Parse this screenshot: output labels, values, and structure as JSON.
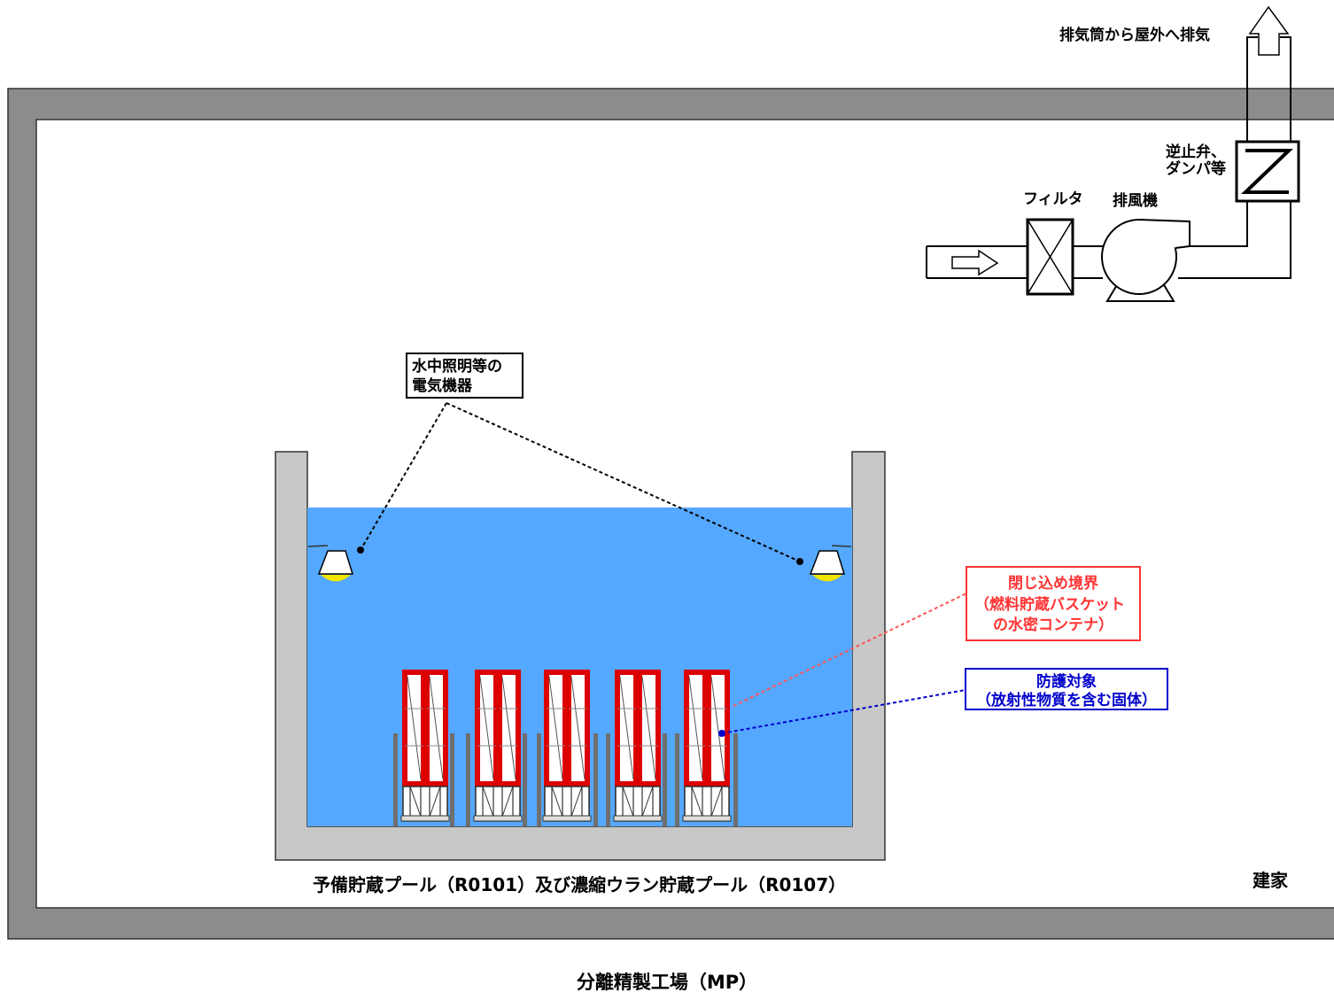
{
  "labels": {
    "exhaust": "排気筒から屋外へ排気",
    "check_valve_line1": "逆止弁、",
    "check_valve_line2": "ダンパ等",
    "filter": "フィルタ",
    "fan": "排風機",
    "underwater_line1": "水中照明等の",
    "underwater_line2": "電気機器",
    "boundary_line1": "閉じ込め境界",
    "boundary_line2": "（燃料貯蔵バスケット",
    "boundary_line3": "の水密コンテナ）",
    "protect_line1": "防護対象",
    "protect_line2": "（放射性物質を含む固体）",
    "pool": "予備貯蔵プール（R0101）及び濃縮ウラン貯蔵プール（R0107）",
    "building": "建家",
    "plant": "分離精製工場（MP）"
  },
  "colors": {
    "water": "#55a8ff",
    "building_wall": "#8c8c8c",
    "pool_wall": "#c8c8c8",
    "basket": "#dd0000",
    "boundary_text": "#ff3333",
    "protect_text": "#0000cc",
    "lamp_light": "#f2e500"
  },
  "baskets_count": 5
}
